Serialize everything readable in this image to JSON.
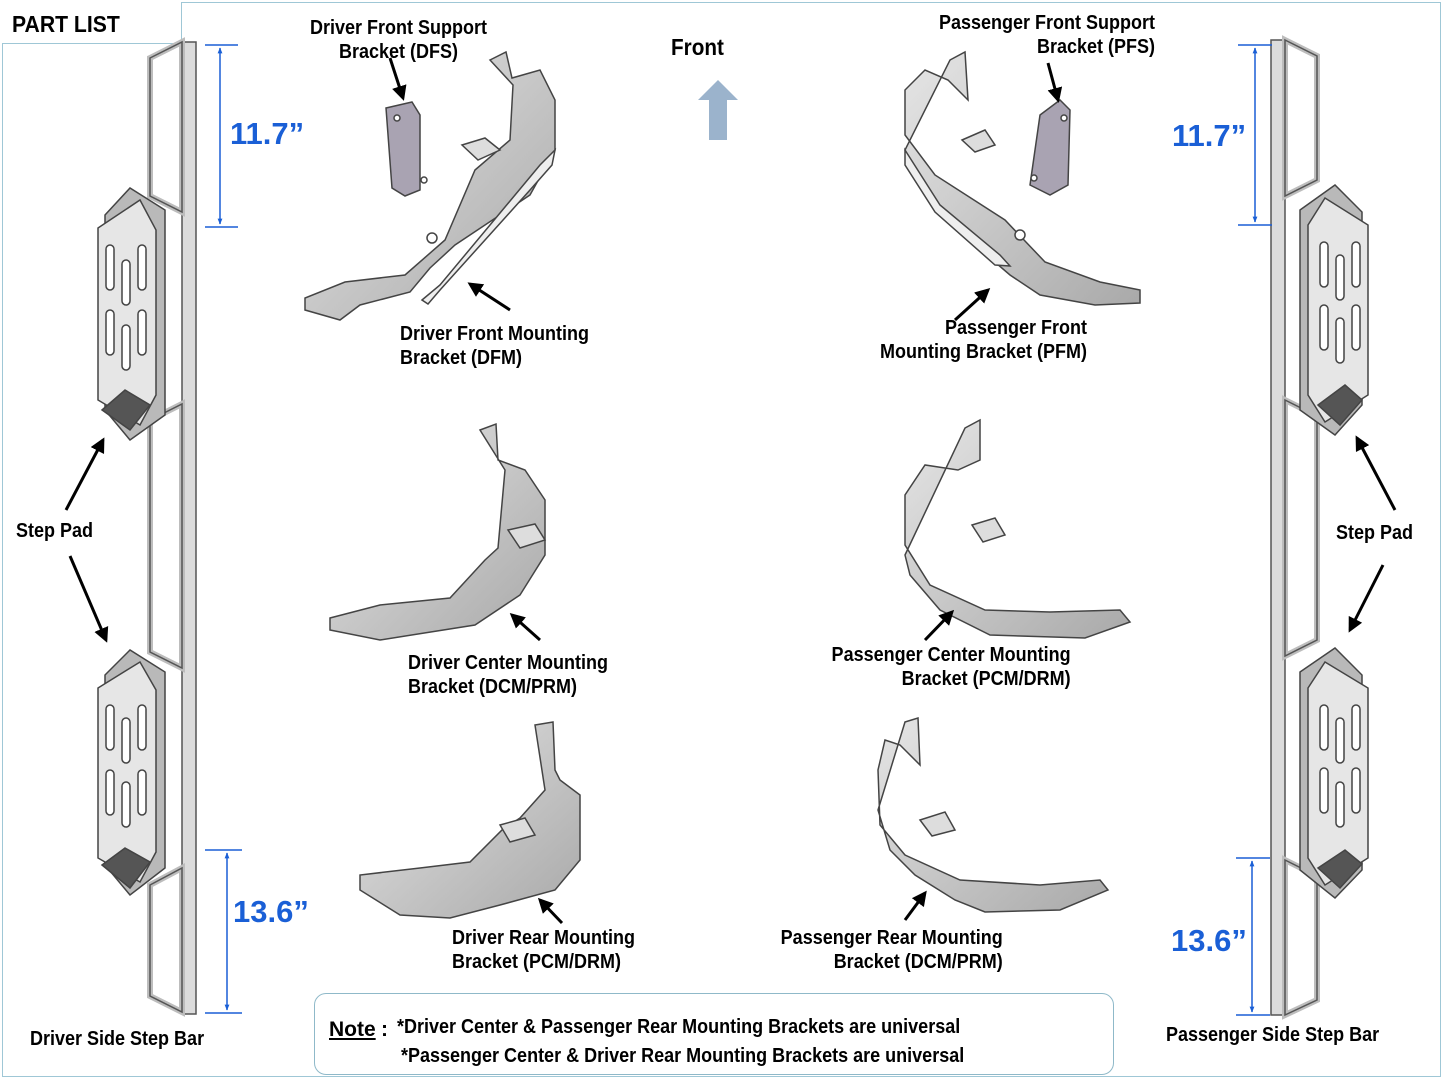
{
  "title": "PART LIST",
  "orientation_label": "Front",
  "parts": {
    "dfs": [
      "Driver Front Support",
      "Bracket (DFS)"
    ],
    "pfs": [
      "Passenger Front Support",
      "Bracket (PFS)"
    ],
    "dfm": [
      "Driver Front Mounting",
      "Bracket (DFM)"
    ],
    "pfm": [
      "Passenger Front",
      "Mounting Bracket (PFM)"
    ],
    "dcm": [
      "Driver Center Mounting",
      "Bracket (DCM/PRM)"
    ],
    "pcm": [
      "Passenger Center Mounting",
      "Bracket (PCM/DRM)"
    ],
    "drm": [
      "Driver Rear Mounting",
      "Bracket (PCM/DRM)"
    ],
    "prm": [
      "Passenger Rear Mounting",
      "Bracket (DCM/PRM)"
    ],
    "step_pad_left": "Step Pad",
    "step_pad_right": "Step Pad",
    "driver_bar": "Driver Side Step Bar",
    "passenger_bar": "Passenger Side Step Bar"
  },
  "dimensions": {
    "left_top": "11.7”",
    "left_bottom": "13.6”",
    "right_top": "11.7”",
    "right_bottom": "13.6”"
  },
  "note": {
    "heading": "Note",
    "line1": "*Driver Center & Passenger Rear Mounting Brackets are universal",
    "line2": "*Passenger Center & Driver Rear Mounting Brackets are universal"
  },
  "colors": {
    "dimension": "#1a5fd6",
    "frame": "#9fc7d6",
    "front_arrow": "#9bb3cc",
    "metal": "#c9c9c9"
  }
}
